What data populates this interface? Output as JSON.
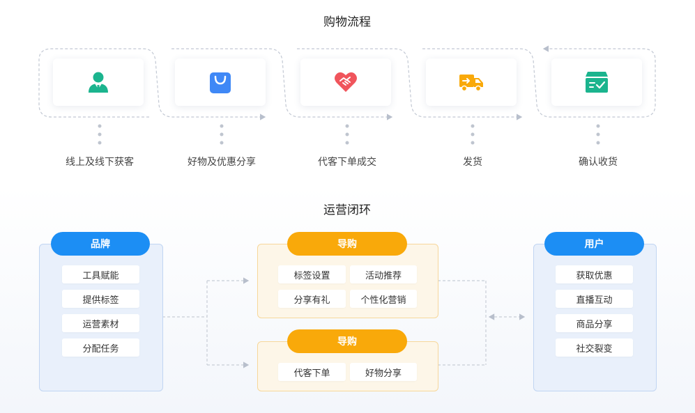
{
  "titles": {
    "shopping_flow": "购物流程",
    "operation_loop": "运营闭环"
  },
  "steps": [
    {
      "label": "线上及线下获客",
      "icon": "user-badge-icon",
      "color": "#1bb48e"
    },
    {
      "label": "好物及优惠分享",
      "icon": "shopping-bag-icon",
      "color": "#3f88f6"
    },
    {
      "label": "代客下单成交",
      "icon": "heart-handshake-icon",
      "color": "#f0555c"
    },
    {
      "label": "发货",
      "icon": "delivery-truck-icon",
      "color": "#f9a90a"
    },
    {
      "label": "确认收货",
      "icon": "receipt-box-icon",
      "color": "#1bb48e"
    }
  ],
  "brand": {
    "title": "品牌",
    "items": [
      "工具赋能",
      "提供标签",
      "运营素材",
      "分配任务"
    ]
  },
  "guide_top": {
    "title": "导购",
    "items": [
      "标签设置",
      "活动推荐",
      "分享有礼",
      "个性化营销"
    ]
  },
  "guide_bottom": {
    "title": "导购",
    "items": [
      "代客下单",
      "好物分享"
    ]
  },
  "user": {
    "title": "用户",
    "items": [
      "获取优惠",
      "直播互动",
      "商品分享",
      "社交裂变"
    ]
  },
  "colors": {
    "blue": "#1c8ef4",
    "orange": "#f9a90a",
    "green": "#1bb48e",
    "red": "#f0555c"
  }
}
